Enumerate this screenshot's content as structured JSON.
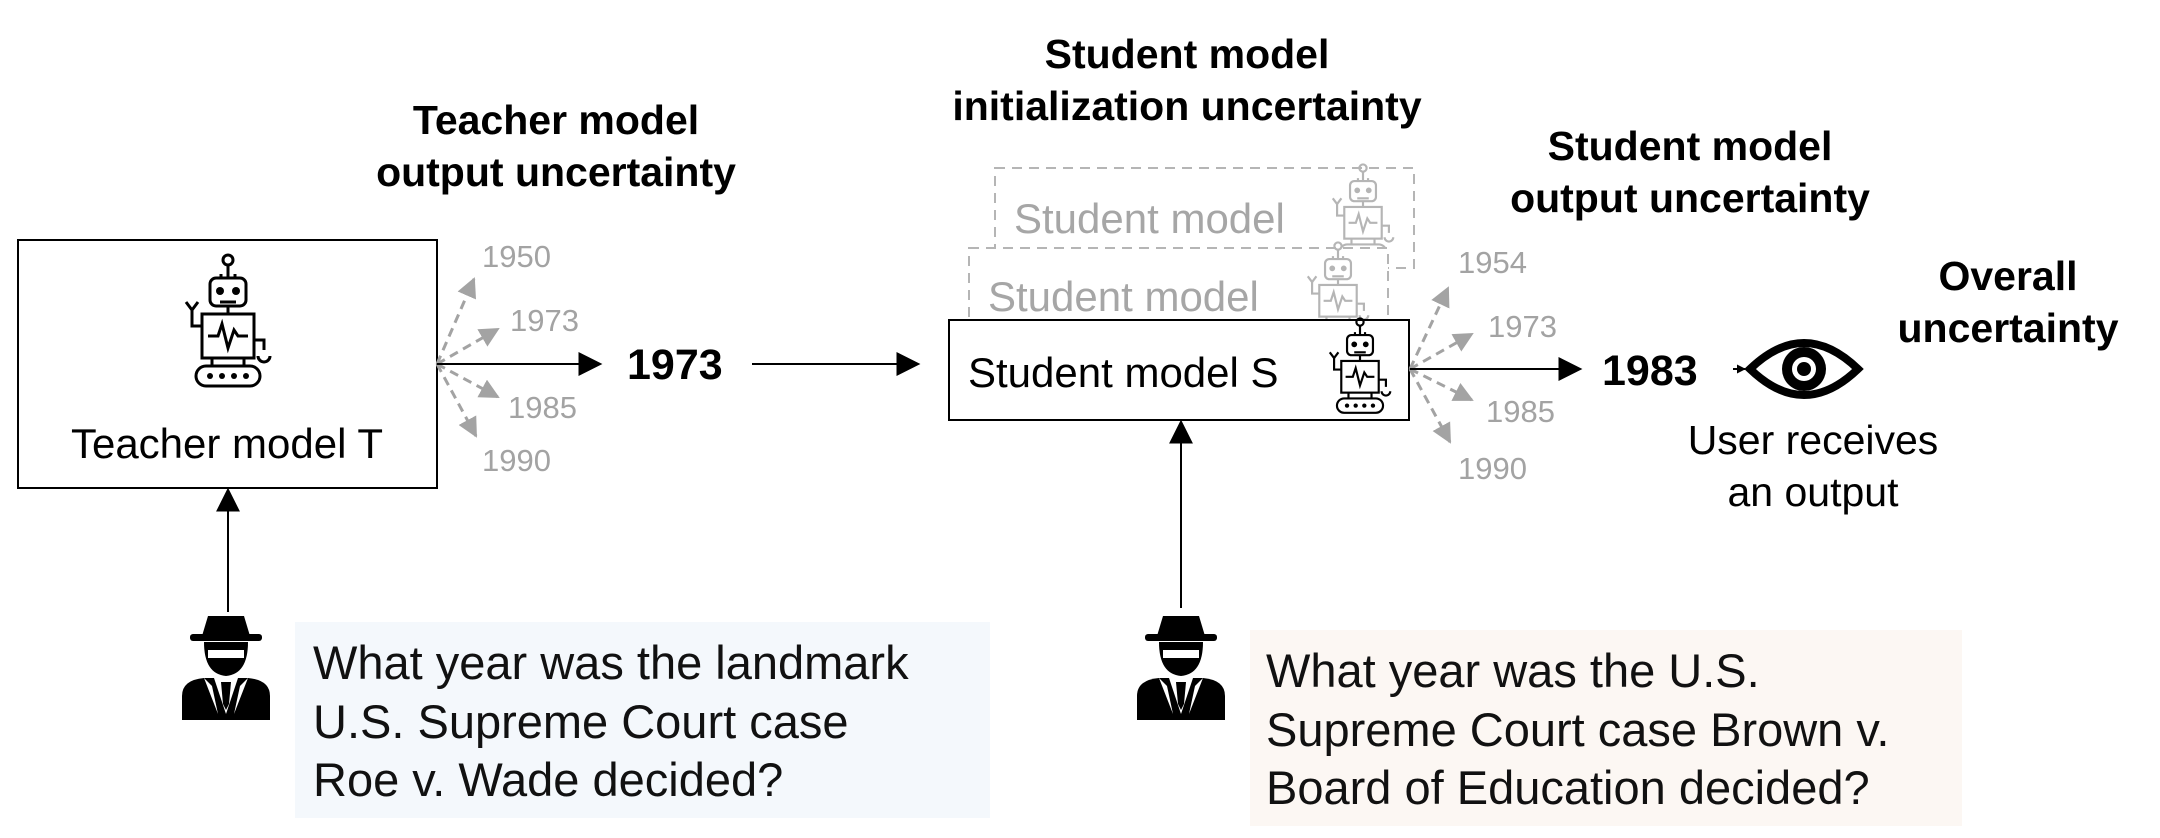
{
  "headings": {
    "teacher_uncertainty": [
      "Teacher model",
      "output uncertainty"
    ],
    "student_init_uncertainty": [
      "Student model",
      "initialization uncertainty"
    ],
    "student_output_uncertainty": [
      "Student model",
      "output uncertainty"
    ],
    "overall_uncertainty": [
      "Overall",
      "uncertainty"
    ]
  },
  "teacher": {
    "label": "Teacher model T",
    "sample_years": [
      "1950",
      "1973",
      "1985",
      "1990"
    ],
    "output_year": "1973"
  },
  "student": {
    "ghost_labels": [
      "Student model",
      "Student model"
    ],
    "label": "Student model S",
    "sample_years": [
      "1954",
      "1973",
      "1985",
      "1990"
    ],
    "output_year": "1983"
  },
  "user_output": [
    "User receives",
    "an output"
  ],
  "queries": {
    "teacher": {
      "lines": [
        "What year was the landmark",
        "U.S. Supreme Court case",
        "Roe v. Wade decided?"
      ],
      "bg_color": "#f4f8fc"
    },
    "student": {
      "lines": [
        "What year was the U.S.",
        "Supreme Court case Brown v.",
        "Board of Education decided?"
      ],
      "bg_color": "#fcf7f3"
    }
  },
  "icons": [
    "robot-icon",
    "spy-icon",
    "eye-icon"
  ]
}
